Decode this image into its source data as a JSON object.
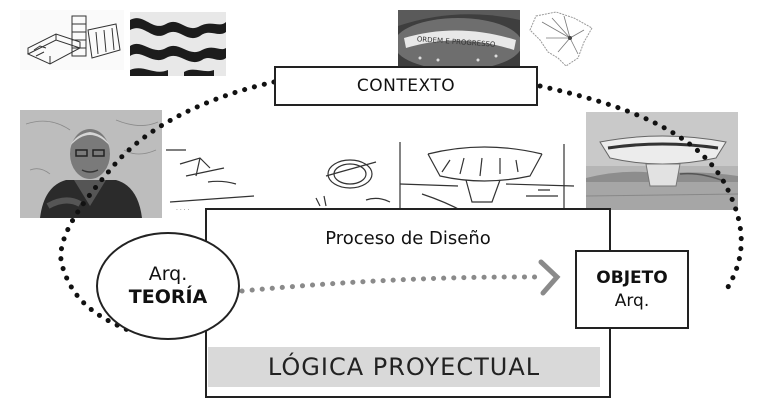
{
  "context": {
    "label": "CONTEXTO"
  },
  "process": {
    "label": "Proceso de Diseño"
  },
  "logic": {
    "label": "LÓGICA PROYECTUAL"
  },
  "theory": {
    "line1": "Arq.",
    "line2": "TEORÍA"
  },
  "object": {
    "line1": "OBJETO",
    "line2": "Arq."
  },
  "images": {
    "top_left": [
      "building-sketch",
      "wave-pattern-pavement"
    ],
    "top_right": [
      "brazil-flag",
      "brazil-map"
    ],
    "middle": [
      "architect-portrait",
      "design-sketches",
      "museum-photo"
    ]
  },
  "flag_text": "ORDEM E PROGRESSO",
  "colors": {
    "dots": "#111111",
    "arrow": "#8a8a8a",
    "logic_bar": "#d9d9d9"
  }
}
